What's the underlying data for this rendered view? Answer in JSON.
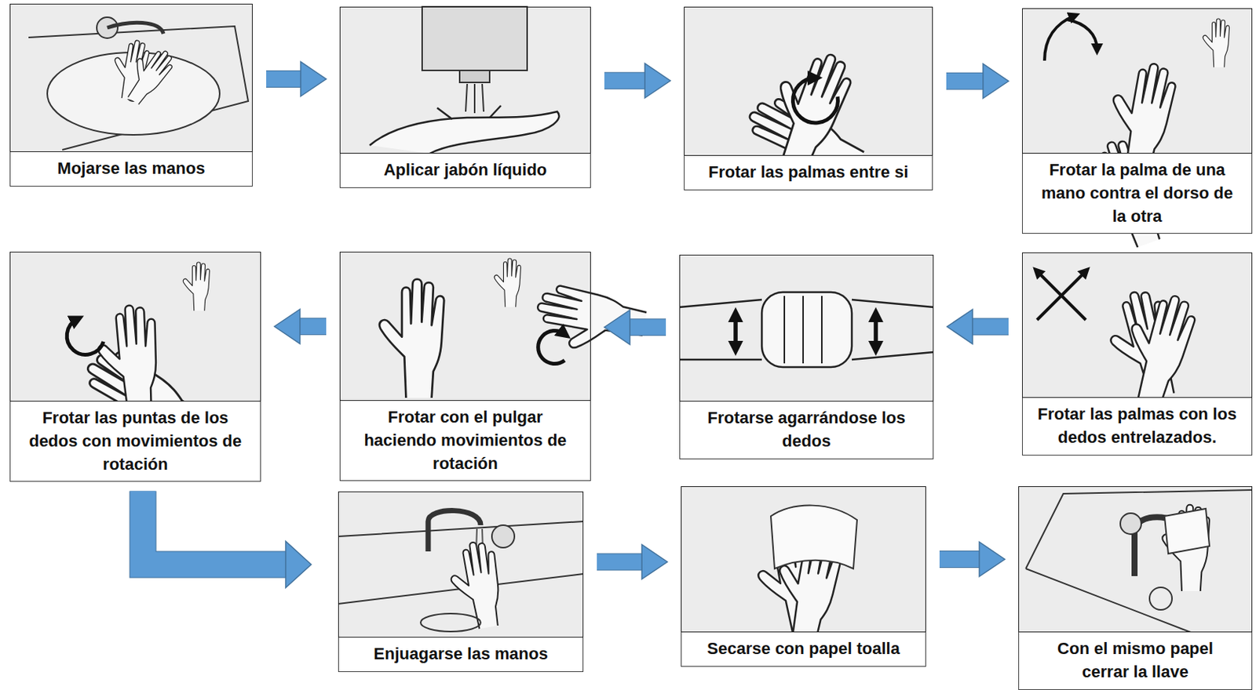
{
  "diagram": {
    "nodes": [
      {
        "text": [
          "Mojarse las manos"
        ]
      },
      {
        "text": [
          "Aplicar jabón líquido"
        ]
      },
      {
        "text": [
          "Frotar las palmas entre si"
        ]
      },
      {
        "text": [
          "Frotar la palma de una mano contra el dorso de la otra"
        ]
      },
      {
        "text": [
          "Frotar las palmas con los dedos entrelazados."
        ]
      },
      {
        "text": [
          "Frotarse agarrándose los dedos"
        ]
      },
      {
        "text": [
          "Frotar con el pulgar haciendo movimientos de rotación"
        ]
      },
      {
        "text": [
          "Frotar las puntas de los dedos con movimientos de rotación"
        ]
      },
      {
        "text": [
          "Enjuagarse las manos"
        ]
      },
      {
        "text": [
          "Secarse con papel toalla"
        ]
      },
      {
        "text": [
          "Con el mismo papel cerrar la llave"
        ]
      }
    ],
    "edges": [
      {
        "from": 0,
        "to": 1,
        "arrow": "to"
      },
      {
        "from": 1,
        "to": 2,
        "arrow": "to"
      },
      {
        "from": 2,
        "to": 3,
        "arrow": "to"
      },
      {
        "from": 4,
        "to": 5,
        "arrow": "to"
      },
      {
        "from": 5,
        "to": 6,
        "arrow": "to"
      },
      {
        "from": 6,
        "to": 7,
        "arrow": "to"
      },
      {
        "from": 7,
        "to": 8,
        "arrow": "to"
      },
      {
        "from": 8,
        "to": 9,
        "arrow": "to"
      },
      {
        "from": 9,
        "to": 10,
        "arrow": "to"
      }
    ]
  }
}
